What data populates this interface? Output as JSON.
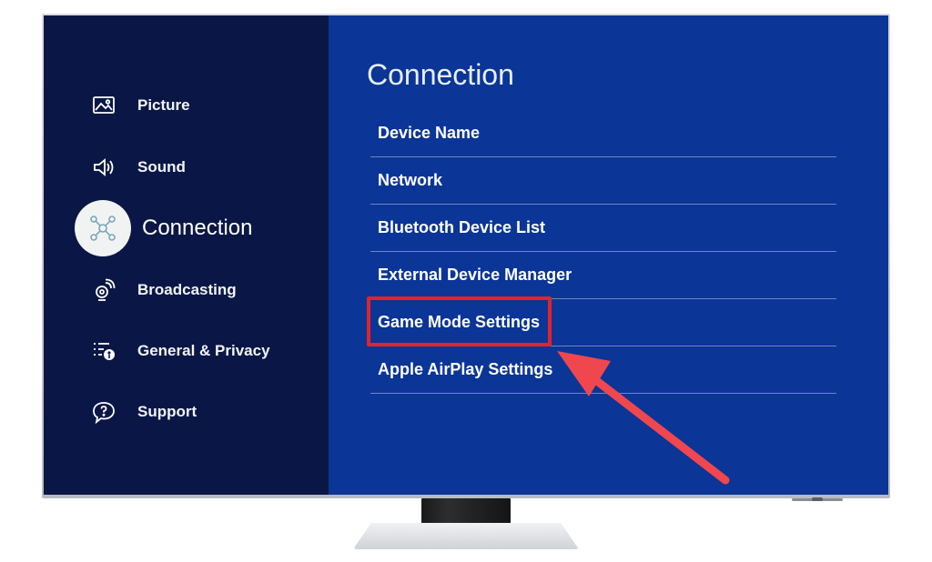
{
  "sidebar": {
    "items": [
      {
        "label": "Picture",
        "icon": "picture-icon"
      },
      {
        "label": "Sound",
        "icon": "sound-icon"
      },
      {
        "label": "Connection",
        "icon": "connection-icon",
        "active": true
      },
      {
        "label": "Broadcasting",
        "icon": "broadcasting-icon"
      },
      {
        "label": "General & Privacy",
        "icon": "general-privacy-icon"
      },
      {
        "label": "Support",
        "icon": "support-icon"
      }
    ]
  },
  "main": {
    "title": "Connection",
    "menu": [
      {
        "label": "Device Name"
      },
      {
        "label": "Network"
      },
      {
        "label": "Bluetooth Device List"
      },
      {
        "label": "External Device Manager"
      },
      {
        "label": "Game Mode Settings",
        "highlighted": true
      },
      {
        "label": "Apple AirPlay Settings"
      }
    ]
  },
  "colors": {
    "sidebar_bg": "#0a1746",
    "main_bg": "#0b3596",
    "highlight": "#e3222c",
    "arrow": "#f0474f"
  }
}
